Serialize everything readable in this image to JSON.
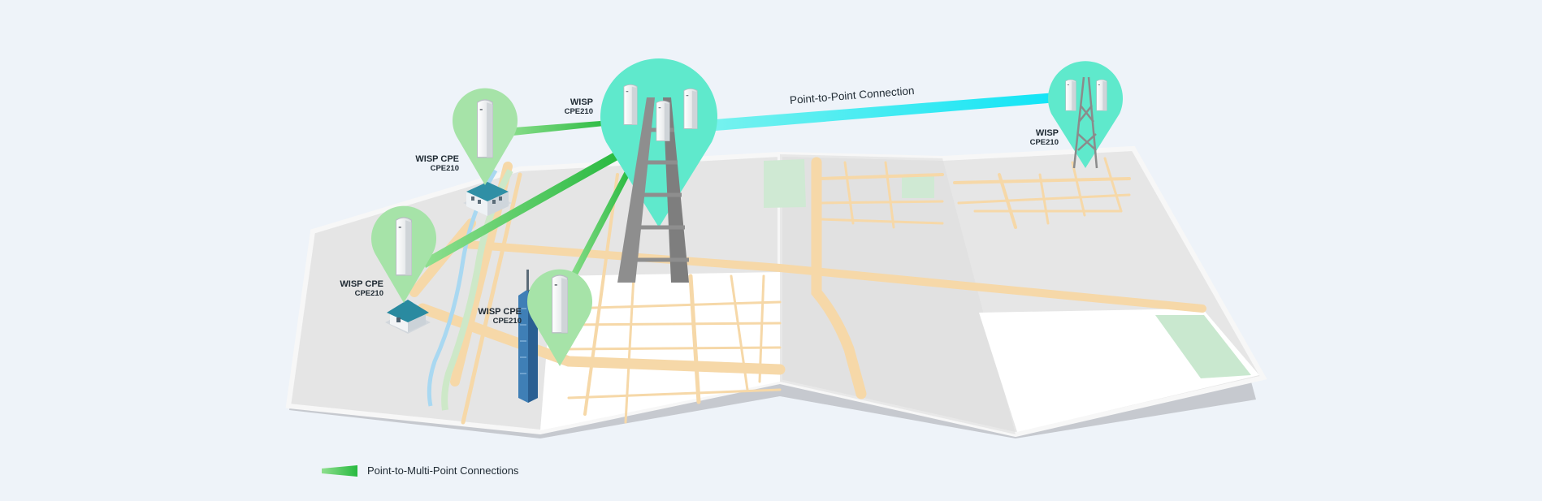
{
  "labels": {
    "cpe_top": {
      "name": "WISP CPE",
      "model": "CPE210"
    },
    "cpe_mid": {
      "name": "WISP CPE",
      "model": "CPE210"
    },
    "cpe_low": {
      "name": "WISP CPE",
      "model": "CPE210"
    },
    "wisp_main": {
      "name": "WISP",
      "model": "CPE210"
    },
    "wisp_remote": {
      "name": "WISP",
      "model": "CPE210"
    }
  },
  "link_label": "Point-to-Point Connection",
  "legend": {
    "label": "Point-to-Multi-Point Connections"
  },
  "colors": {
    "background": "#eef3f9",
    "ptmp_link": "#3cc452",
    "ptp_link": "#21e6f2",
    "main_pin": "#5fe9cc",
    "cpe_pin": "#a6e3a8",
    "road": "#f6d8a8",
    "map_block": "#e7e7e7"
  }
}
